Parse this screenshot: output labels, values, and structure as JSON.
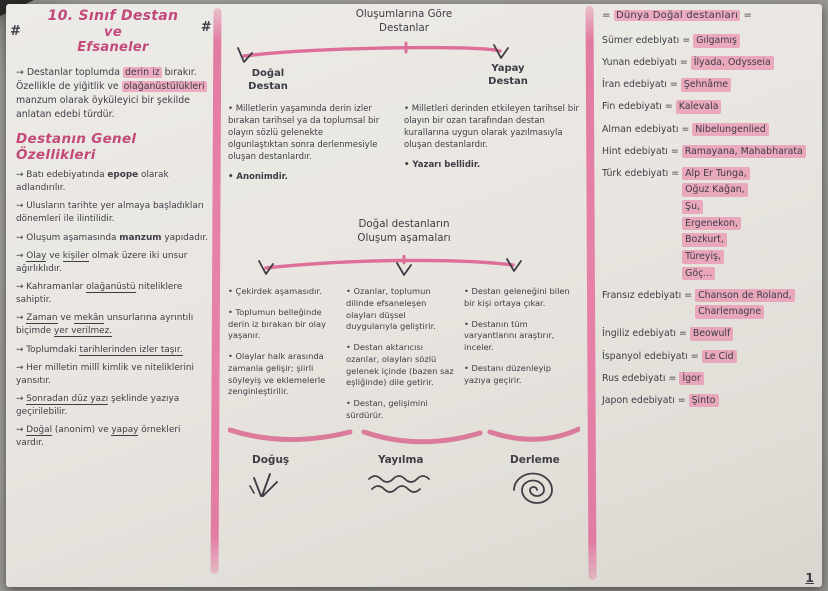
{
  "colors": {
    "ink": "#3f3c46",
    "pink_ink": "#c2497a",
    "highlighter": "#ec84a8"
  },
  "page": {
    "number": "1"
  },
  "left": {
    "hash_left": "#",
    "hash_right": "#",
    "title_line1": "10. Sınıf Destan",
    "title_line2": "ve",
    "title_line3": "Efsaneler",
    "intro": [
      {
        "t": "→ Destanlar toplumda ",
        "s": "p"
      },
      {
        "t": "derin iz",
        "s": "h"
      },
      {
        "t": " bırakır. Özellikle de yiğitlik ve ",
        "s": "p"
      },
      {
        "t": "olağanüstülükleri",
        "s": "h"
      },
      {
        "t": " manzum olarak öyküleyici bir şekilde anlatan edebi türdür.",
        "s": "p"
      }
    ],
    "section_heading": "Destanın Genel Özellikleri",
    "bullets": [
      [
        {
          "t": "→ Batı edebiyatında ",
          "s": "p"
        },
        {
          "t": "epope",
          "s": "b"
        },
        {
          "t": " olarak adlandırılır.",
          "s": "p"
        }
      ],
      [
        {
          "t": "→ Ulusların tarihte yer almaya başladıkları dönemleri ile ilintilidir.",
          "s": "p"
        }
      ],
      [
        {
          "t": "→ Oluşum aşamasında ",
          "s": "p"
        },
        {
          "t": "manzum",
          "s": "b"
        },
        {
          "t": " yapıdadır.",
          "s": "p"
        }
      ],
      [
        {
          "t": "→ ",
          "s": "p"
        },
        {
          "t": "Olay",
          "s": "u"
        },
        {
          "t": " ve ",
          "s": "p"
        },
        {
          "t": "kişiler",
          "s": "u"
        },
        {
          "t": " olmak üzere iki unsur ağırlıklıdır.",
          "s": "p"
        }
      ],
      [
        {
          "t": "→ Kahramanlar ",
          "s": "p"
        },
        {
          "t": "olağanüstü",
          "s": "u"
        },
        {
          "t": " niteliklere sahiptir.",
          "s": "p"
        }
      ],
      [
        {
          "t": "→ ",
          "s": "p"
        },
        {
          "t": "Zaman",
          "s": "u"
        },
        {
          "t": " ve ",
          "s": "p"
        },
        {
          "t": "mekân",
          "s": "u"
        },
        {
          "t": " unsurlarına ayrıntılı biçimde ",
          "s": "p"
        },
        {
          "t": "yer verilmez.",
          "s": "u"
        }
      ],
      [
        {
          "t": "→ Toplumdaki ",
          "s": "p"
        },
        {
          "t": "tarihlerinden izler taşır.",
          "s": "u"
        }
      ],
      [
        {
          "t": "→ Her milletin millî kimlik ve niteliklerini yansıtır.",
          "s": "p"
        }
      ],
      [
        {
          "t": "→ ",
          "s": "p"
        },
        {
          "t": "Sonradan düz yazı",
          "s": "u"
        },
        {
          "t": " şeklinde yazıya geçirilebilir.",
          "s": "p"
        }
      ],
      [
        {
          "t": "→ ",
          "s": "p"
        },
        {
          "t": "Doğal",
          "s": "u"
        },
        {
          "t": " (anonim) ve ",
          "s": "p"
        },
        {
          "t": "yapay",
          "s": "u"
        },
        {
          "t": " örnekleri vardır.",
          "s": "p"
        }
      ]
    ]
  },
  "middle": {
    "diagram_title_line1": "Oluşumlarına Göre",
    "diagram_title_line2": "Destanlar",
    "natural": {
      "label_line1": "Doğal",
      "label_line2": "Destan",
      "bullets": [
        [
          {
            "t": "• Milletlerin yaşamında derin izler bırakan tarihsel ya da toplumsal bir olayın sözlü gelenekte olgunlaştıktan sonra derlenmesiyle oluşan destanlardır.",
            "s": "p"
          }
        ],
        [
          {
            "t": "• Anonimdir.",
            "s": "b"
          }
        ]
      ]
    },
    "artificial": {
      "label_line1": "Yapay",
      "label_line2": "Destan",
      "bullets": [
        [
          {
            "t": "• Milletleri derinden etkileyen tarihsel bir olayın bir ozan tarafından destan kurallarına uygun olarak yazılmasıyla oluşan destanlardır.",
            "s": "p"
          }
        ],
        [
          {
            "t": "• Yazarı bellidir.",
            "s": "b"
          }
        ]
      ]
    },
    "stages_title_line1": "Doğal destanların",
    "stages_title_line2": "Oluşum aşamaları",
    "stages": [
      {
        "name": "Doğuş",
        "icon": "sprout-doodle-icon",
        "bullets": [
          [
            {
              "t": "• Çekirdek aşamasıdır.",
              "s": "p"
            }
          ],
          [
            {
              "t": "• Toplumun belleğinde derin iz bırakan bir olay yaşanır.",
              "s": "p"
            }
          ],
          [
            {
              "t": "• Olaylar halk arasında zamanla gelişir; şiirli söyleyiş ve eklemelerle zenginleştirilir.",
              "s": "p"
            }
          ]
        ]
      },
      {
        "name": "Yayılma",
        "icon": "waves-doodle-icon",
        "bullets": [
          [
            {
              "t": "• Ozanlar, toplumun dilinde efsaneleşen olayları düşsel duygularıyla geliştirir.",
              "s": "p"
            }
          ],
          [
            {
              "t": "• Destan aktarıcısı ozanlar, olayları sözlü gelenek içinde (bazen saz eşliğinde) dile getirir.",
              "s": "p"
            }
          ],
          [
            {
              "t": "• Destan, gelişimini sürdürür.",
              "s": "p"
            }
          ]
        ]
      },
      {
        "name": "Derleme",
        "icon": "spiral-doodle-icon",
        "bullets": [
          [
            {
              "t": "• Destan geleneğini bilen bir kişi ortaya çıkar.",
              "s": "p"
            }
          ],
          [
            {
              "t": "• Destanın tüm varyantlarını araştırır, inceler.",
              "s": "p"
            }
          ],
          [
            {
              "t": "• Destanı düzenleyip yazıya geçirir.",
              "s": "p"
            }
          ]
        ]
      }
    ]
  },
  "right": {
    "heading": [
      {
        "t": "= ",
        "s": "p"
      },
      {
        "t": "Dünya Doğal destanları",
        "s": "h"
      },
      {
        "t": " =",
        "s": "p"
      }
    ],
    "separator": "=",
    "entries": [
      {
        "label": "Sümer edebiyatı",
        "values": [
          "Gılgamış"
        ]
      },
      {
        "label": "Yunan edebiyatı",
        "values": [
          "İlyada, Odysseia"
        ]
      },
      {
        "label": "İran edebiyatı",
        "values": [
          "Şehnâme"
        ]
      },
      {
        "label": "Fin edebiyatı",
        "values": [
          "Kalevala"
        ]
      },
      {
        "label": "Alman edebiyatı",
        "values": [
          "Nibelungenlied"
        ]
      },
      {
        "label": "Hint edebiyatı",
        "values": [
          "Ramayana, Mahabharata"
        ]
      },
      {
        "label": "Türk edebiyatı",
        "values": [
          "Alp Er Tunga,",
          "Oğuz Kağan,",
          "Şu,",
          "Ergenekon,",
          "Bozkurt,",
          "Türeyiş,",
          "Göç..."
        ]
      },
      {
        "label": "Fransız edebiyatı",
        "values": [
          "Chanson de Roland,",
          "Charlemagne"
        ]
      },
      {
        "label": "İngiliz edebiyatı",
        "values": [
          "Beowulf"
        ]
      },
      {
        "label": "İspanyol edebiyatı",
        "values": [
          "Le Cid"
        ]
      },
      {
        "label": "Rus edebiyatı",
        "values": [
          "İgor"
        ]
      },
      {
        "label": "Japon edebiyatı",
        "values": [
          "Şinto"
        ]
      }
    ]
  }
}
